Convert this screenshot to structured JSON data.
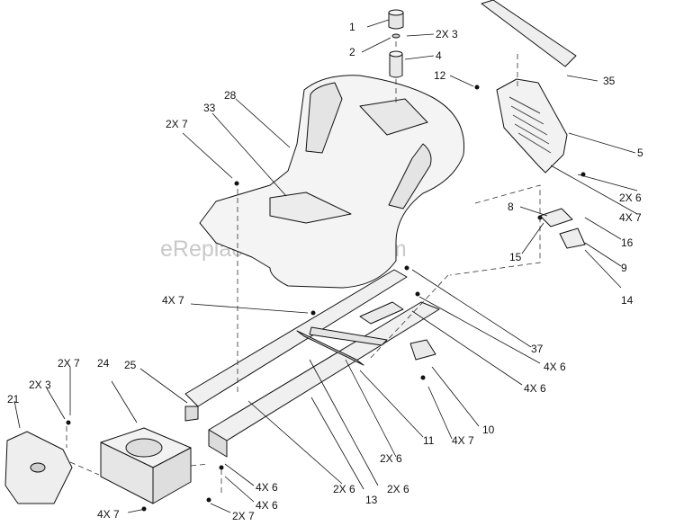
{
  "watermark": "eReplacementParts.com",
  "labels": {
    "l1": "1",
    "l2": "2",
    "l2x3_top": "2X 3",
    "l4": "4",
    "l35": "35",
    "l12": "12",
    "l28": "28",
    "l33": "33",
    "l2x7_left": "2X 7",
    "l5": "5",
    "l2x6_right": "2X 6",
    "l4x7_right": "4X 7",
    "l8": "8",
    "l16": "16",
    "l15": "15",
    "l9": "9",
    "l14": "14",
    "l4x7_mid": "4X 7",
    "l37": "37",
    "l4x6_a": "4X 6",
    "l4x6_b": "4X 6",
    "l10": "10",
    "l4x7_br": "4X 7",
    "l11": "11",
    "l2x6_c": "2X 6",
    "l2x6_d": "2X 6",
    "l13": "13",
    "l2x6_e": "2X 6",
    "l24": "24",
    "l25": "25",
    "l2x7_b": "2X 7",
    "l2x3_b": "2X 3",
    "l21": "21",
    "l4x6_c": "4X 6",
    "l4x6_d": "4X 6",
    "l4x7_b": "4X 7",
    "l2x7_c": "2X 7"
  }
}
